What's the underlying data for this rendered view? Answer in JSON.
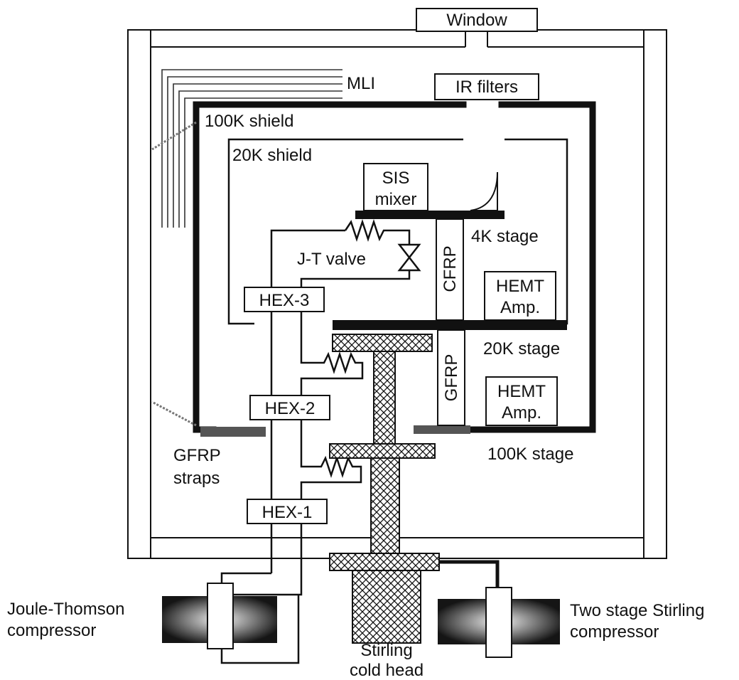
{
  "labels": {
    "window": "Window",
    "mli": "MLI",
    "ir_filters": "IR filters",
    "shield_100k": "100K shield",
    "shield_20k": "20K shield",
    "sis_line1": "SIS",
    "sis_line2": "mixer",
    "stage_4k": "4K stage",
    "jt_valve": "J-T valve",
    "cfrp": "CFRP",
    "gfrp": "GFRP",
    "hemt1_line1": "HEMT",
    "hemt1_line2": "Amp.",
    "hemt2_line1": "HEMT",
    "hemt2_line2": "Amp.",
    "hex3": "HEX-3",
    "hex2": "HEX-2",
    "hex1": "HEX-1",
    "stage_20k": "20K stage",
    "stage_100k": "100K stage",
    "gfrp_straps_line1": "GFRP",
    "gfrp_straps_line2": "straps",
    "jt_comp_line1": "Joule-Thomson",
    "jt_comp_line2": "compressor",
    "stirling_comp_line1": "Two stage Stirling",
    "stirling_comp_line2": "compressor",
    "coldhead_line1": "Stirling",
    "coldhead_line2": "cold head"
  },
  "colors": {
    "line": "#111111",
    "fill_white": "#ffffff",
    "strap_gray": "#555555",
    "mli_gray": "#444444"
  }
}
